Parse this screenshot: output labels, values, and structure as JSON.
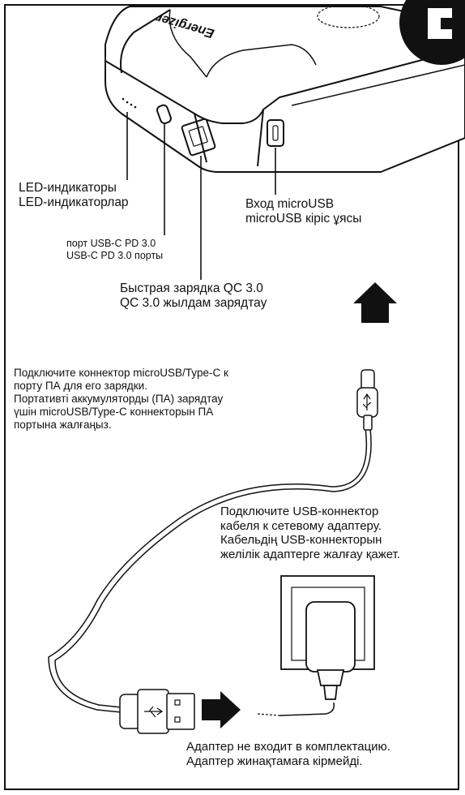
{
  "brand": "Energizer",
  "labels": {
    "led": [
      "LED-индикаторы",
      "LED-индикаторлар"
    ],
    "microusb_input": [
      "Вход microUSB",
      "microUSB кіріс ұясы"
    ],
    "usbc_port": [
      "порт USB-C PD 3.0",
      "USB-C PD 3.0 порты"
    ],
    "qc_port": [
      "Быстрая зарядка QC 3.0",
      "QC 3.0 жылдам зарядтау"
    ]
  },
  "instructions": {
    "connect_powerbank": [
      "Подключите коннектор microUSB/Type-C к",
      "порту ПА для его зарядки.",
      "Портативті аккумуляторды (ПА) зарядтау",
      "үшін microUSB/Type-C коннекторын ПА",
      "портына жалғаңыз."
    ],
    "connect_adapter": [
      "Подключите USB-коннектор",
      "кабеля к сетевому адаптеру.",
      "Кабельдің USB-коннекторын",
      "желілік адаптерге жалғау қажет."
    ],
    "adapter_note": [
      "Адаптер не входит в комплектацию.",
      "Адаптер жинақтамаға кірмейді."
    ]
  },
  "icons": [
    "powerbank-illustration",
    "corner-tab-icon",
    "up-arrow-icon",
    "right-arrow-icon",
    "usb-symbol-icon",
    "wall-adapter-icon",
    "cable-icon"
  ]
}
